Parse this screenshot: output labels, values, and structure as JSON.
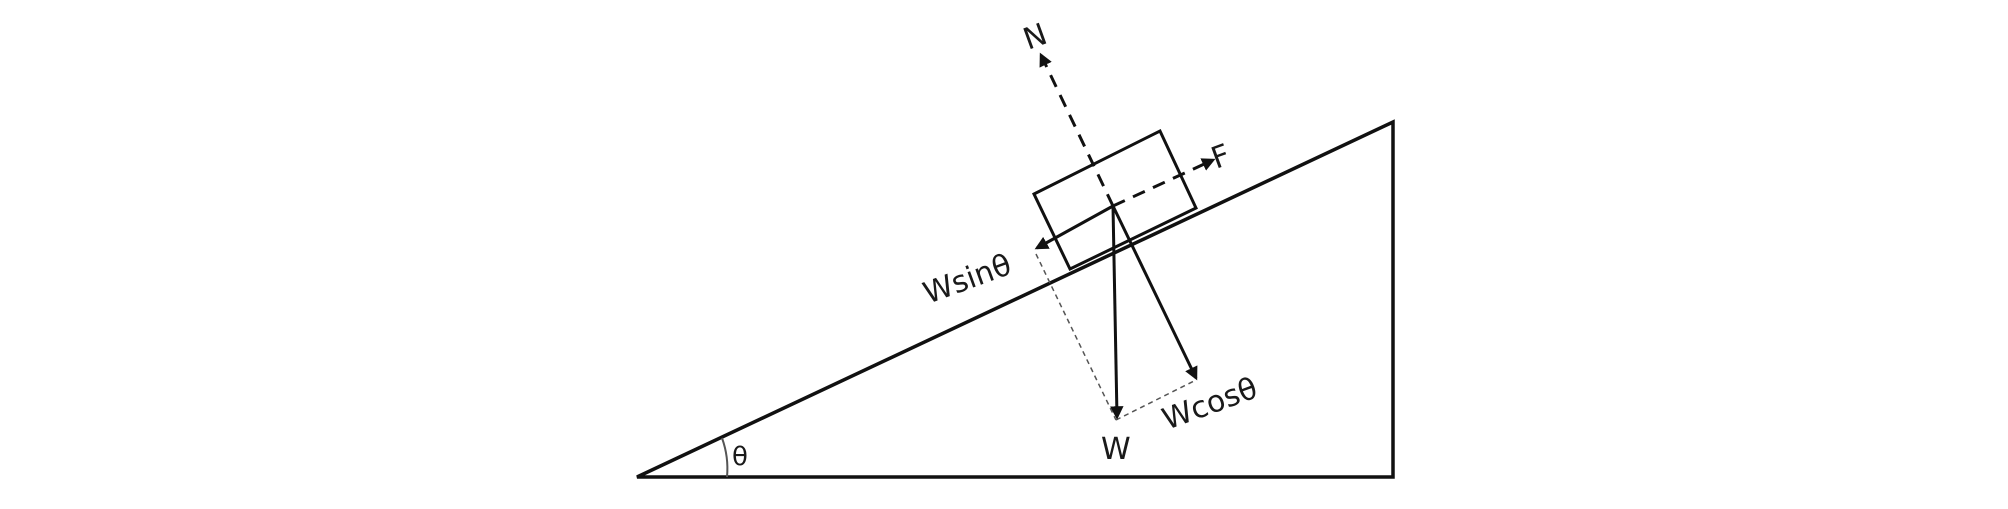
{
  "diagram": {
    "labels": {
      "normal_force": "N",
      "applied_force": "F",
      "weight": "W",
      "weight_parallel": "Wsinθ",
      "weight_perpendicular": "Wcosθ",
      "incline_angle": "θ"
    },
    "colors": {
      "stroke": "#111111",
      "helper_line": "#555555",
      "background": "#ffffff"
    }
  }
}
